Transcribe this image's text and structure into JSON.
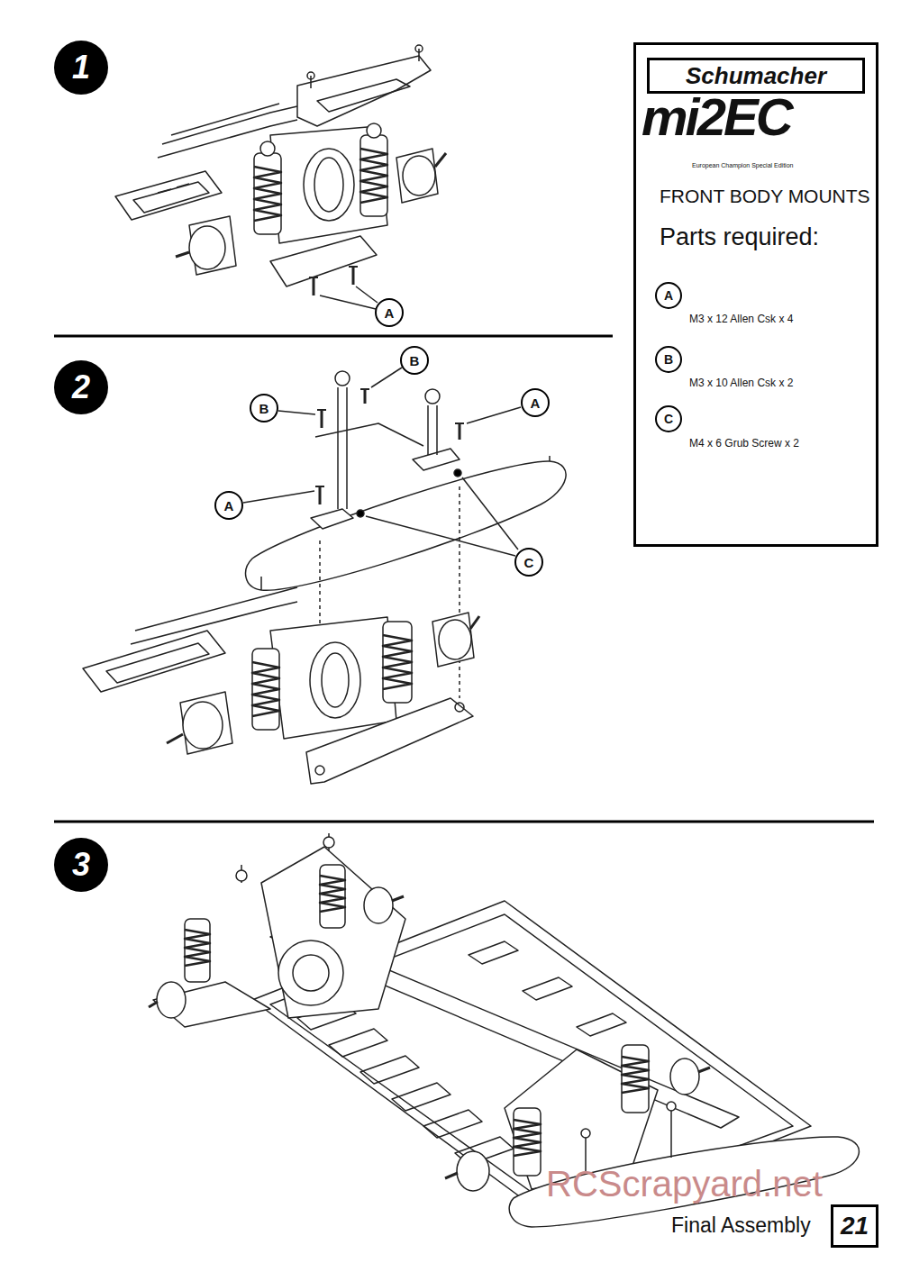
{
  "diagram": {
    "nodes": [
      {
        "text": [
          "1"
        ]
      },
      {
        "text": [
          "A"
        ]
      },
      {
        "text": [
          "2"
        ]
      },
      {
        "text": [
          "B"
        ]
      },
      {
        "text": [
          "B"
        ]
      },
      {
        "text": [
          "A"
        ]
      },
      {
        "text": [
          "A"
        ]
      },
      {
        "text": [
          "C"
        ]
      },
      {
        "text": [
          "3"
        ]
      },
      {
        "text": [
          "FRONT BODY MOUNTS",
          "Parts required:"
        ]
      },
      {
        "text": [
          "Schumacher"
        ],
        "in": 9
      },
      {
        "text": [
          "A"
        ],
        "in": 9
      },
      {
        "text": [
          "B"
        ],
        "in": 9
      },
      {
        "text": [
          "C"
        ],
        "in": 9
      },
      {
        "text": [
          "21"
        ]
      }
    ],
    "labels": [
      "mi2EC",
      "European Champion Special Edition",
      "M3 x 12 Allen Csk x 4",
      "M3 x 10 Allen Csk x 2",
      "M4 x 6 Grub Screw x 2",
      "Final Assembly",
      "RCScrapyard.net"
    ]
  }
}
